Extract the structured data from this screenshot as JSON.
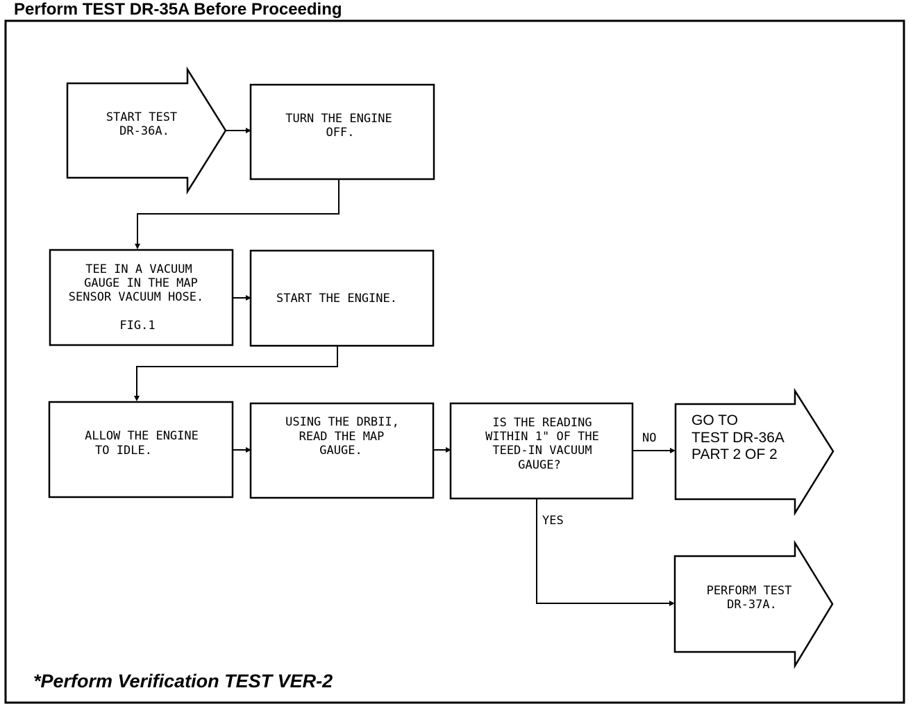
{
  "header": "Perform TEST DR-35A Before Proceeding",
  "footer": "*Perform Verification TEST VER-2",
  "nodes": {
    "start": [
      "START TEST",
      "DR-36A."
    ],
    "engine_off": [
      "TURN THE ENGINE",
      "OFF."
    ],
    "tee_vacuum": [
      "TEE IN A VACUUM",
      "GAUGE IN THE MAP",
      "SENSOR VACUUM HOSE."
    ],
    "tee_fig": "FIG.1",
    "start_engine": [
      "START THE ENGINE."
    ],
    "idle": [
      "ALLOW THE ENGINE",
      "TO IDLE."
    ],
    "read_map": [
      "USING THE DRBII,",
      "READ THE MAP",
      "GAUGE."
    ],
    "decision": [
      "IS THE READING",
      "WITHIN 1\" OF THE",
      "TEED-IN VACUUM",
      "GAUGE?"
    ],
    "goto_36a": [
      "GO TO",
      "TEST DR-36A",
      "PART 2 OF 2"
    ],
    "perform_37a": [
      "PERFORM TEST",
      "DR-37A."
    ]
  },
  "edge_labels": {
    "no": "NO",
    "yes": "YES"
  }
}
